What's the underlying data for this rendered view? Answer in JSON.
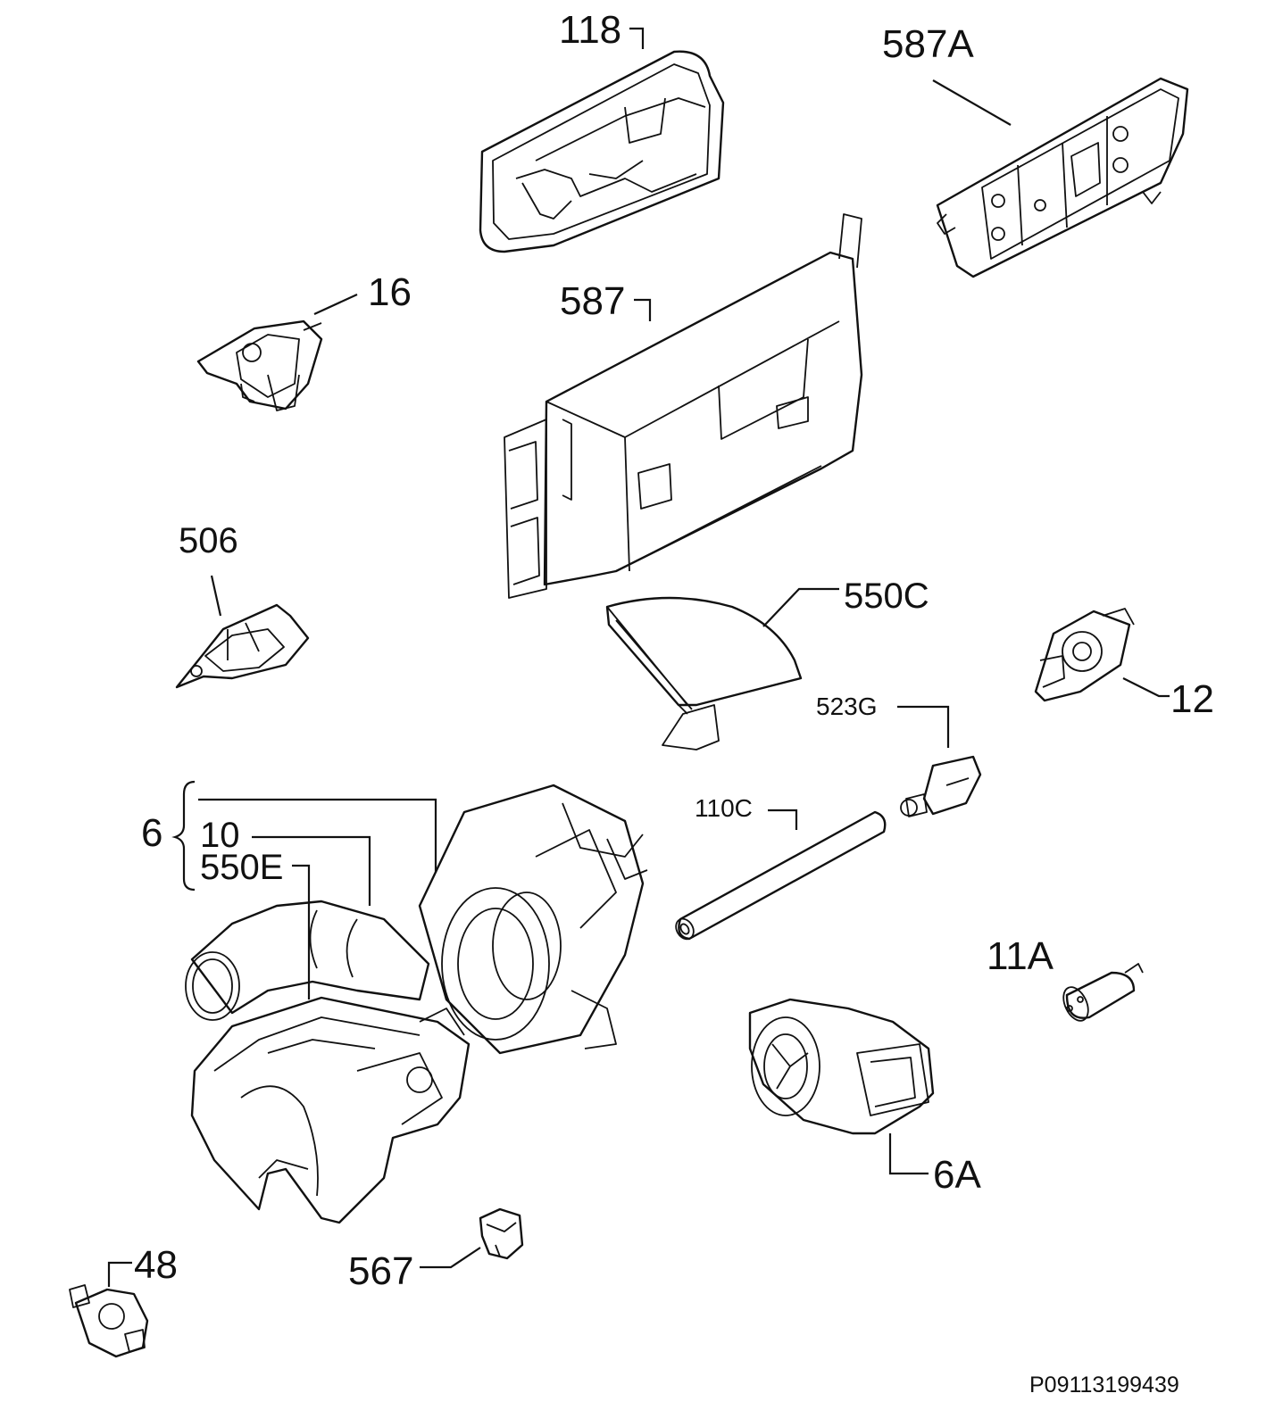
{
  "diagram": {
    "labels": {
      "l118": "118",
      "l587A": "587A",
      "l16": "16",
      "l587": "587",
      "l506": "506",
      "l550C": "550C",
      "l12": "12",
      "l523G": "523G",
      "l110C": "110C",
      "l6": "6",
      "l10": "10",
      "l550E": "550E",
      "l11A": "11A",
      "l6A": "6A",
      "l48": "48",
      "l567": "567"
    },
    "code": "P09113199439"
  }
}
